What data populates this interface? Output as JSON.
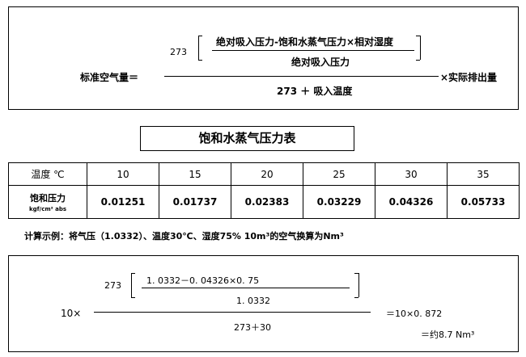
{
  "formula": {
    "lhs": "标准空气量＝",
    "coef": "273",
    "inner_num": "绝对吸入压力-饱和水蒸气压力×相对湿度",
    "inner_den": "绝对吸入压力",
    "den": "273 ＋ 吸入温度",
    "rhs": "×实际排出量"
  },
  "table_title": "饱和水蒸气压力表",
  "table": {
    "row1_label": "温度 ℃",
    "row2_label_main": "饱和压力",
    "row2_label_unit": "kgf/cm² abs",
    "temps": [
      "10",
      "15",
      "20",
      "25",
      "30",
      "35"
    ],
    "pressures": [
      "0.01251",
      "0.01737",
      "0.02383",
      "0.03229",
      "0.04326",
      "0.05733"
    ]
  },
  "example_text": "计算示例：将气压（1.0332）、温度30℃、湿度75% 10m³的空气换算为Nm³",
  "example": {
    "lhs": "10×",
    "coef": "273",
    "inner_num": "1. 0332－0. 04326×0. 75",
    "inner_den": "1. 0332",
    "den": "273＋30",
    "result1": "＝10×0. 872",
    "result2": "＝约8.7 Nm³"
  }
}
